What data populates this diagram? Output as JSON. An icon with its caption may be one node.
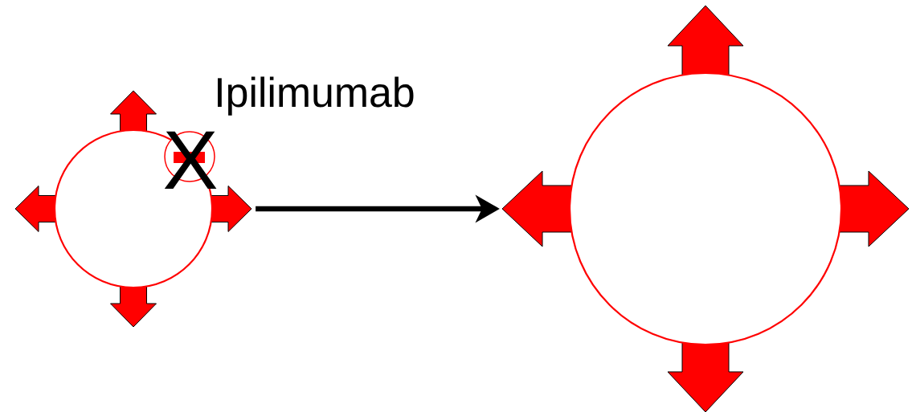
{
  "diagram": {
    "nodes": [
      {
        "text": [],
        "shape": "circle"
      },
      {
        "text": [],
        "shape": "circle"
      }
    ],
    "edges": [
      {
        "from": 0,
        "to": 1,
        "arrow": "to"
      }
    ],
    "labels": [
      "Ipilimumab",
      "X"
    ]
  }
}
